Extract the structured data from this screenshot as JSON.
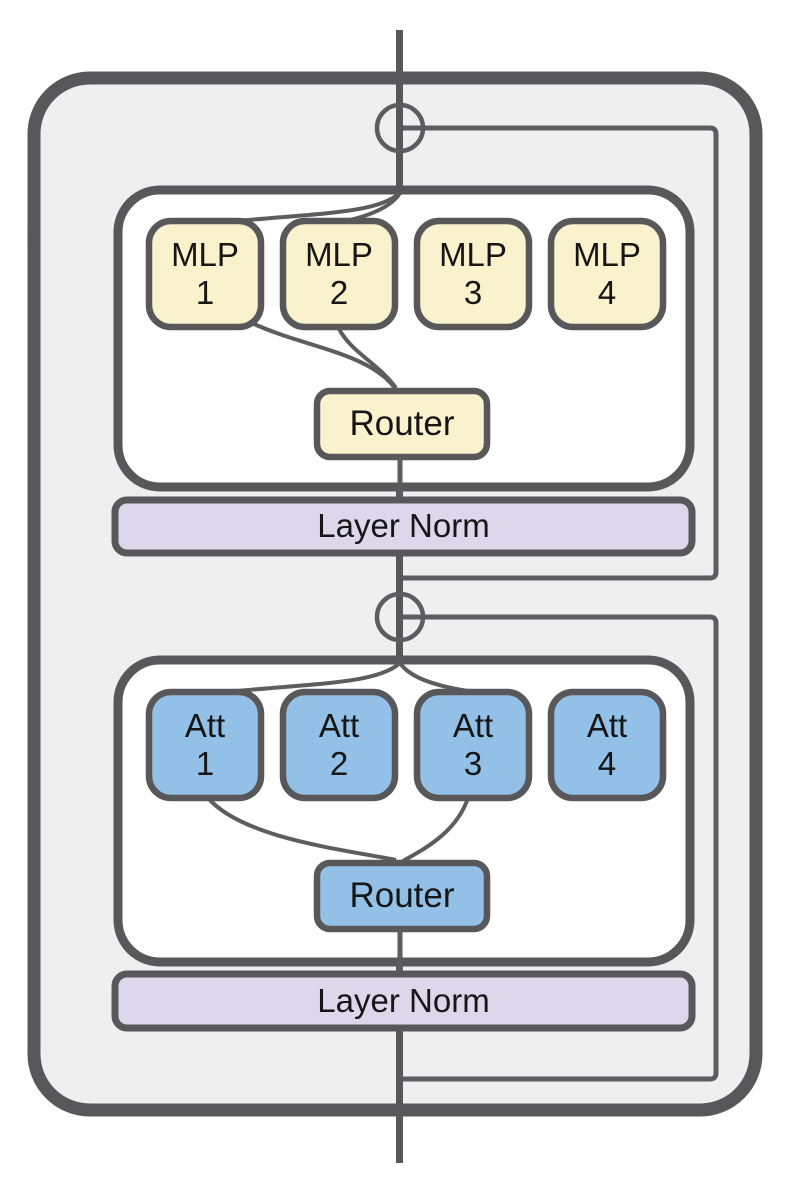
{
  "colors": {
    "outline": "#58585a",
    "thin_line": "#5d5d5f",
    "outer_fill": "#efeff0",
    "white_fill": "#ffffff",
    "mlp_fill": "#faf2cd",
    "att_fill": "#92c0e6",
    "layer_norm_fill": "#ded7ec",
    "text": "#161616"
  },
  "mlp_block": {
    "experts": [
      {
        "name": "MLP",
        "num": "1"
      },
      {
        "name": "MLP",
        "num": "2"
      },
      {
        "name": "MLP",
        "num": "3"
      },
      {
        "name": "MLP",
        "num": "4"
      }
    ],
    "router_label": "Router",
    "layer_norm_label": "Layer Norm"
  },
  "att_block": {
    "experts": [
      {
        "name": "Att",
        "num": "1"
      },
      {
        "name": "Att",
        "num": "2"
      },
      {
        "name": "Att",
        "num": "3"
      },
      {
        "name": "Att",
        "num": "4"
      }
    ],
    "router_label": "Router",
    "layer_norm_label": "Layer Norm"
  }
}
